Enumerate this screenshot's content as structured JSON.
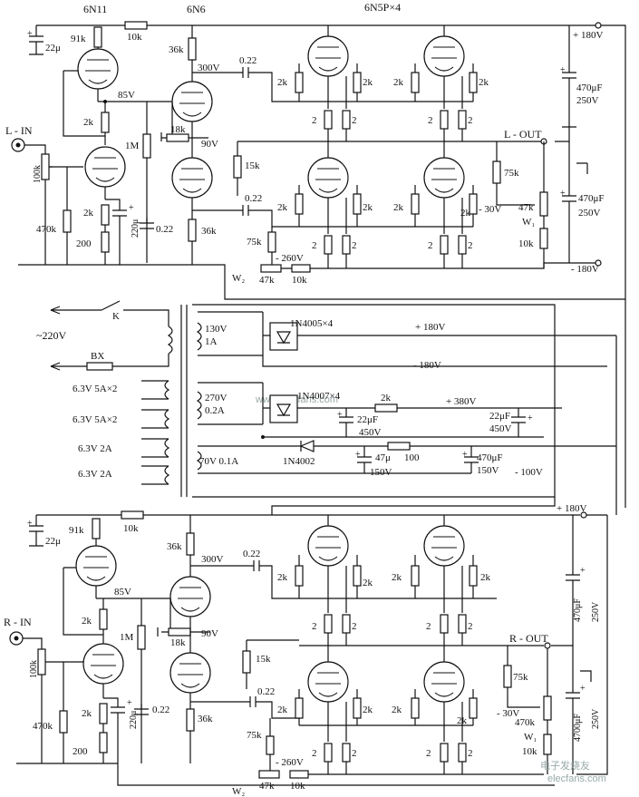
{
  "tubes": {
    "input_tube": "6N11",
    "driver_tube": "6N6",
    "output_tubes": "6N5P×4"
  },
  "rails": {
    "plus_180": "+ 180V",
    "minus_180": "- 180V",
    "plus_380": "+ 380V",
    "minus_100": "- 100V",
    "minus_260": "- 260V",
    "minus_30": "- 30V",
    "node_300": "300V",
    "node_85": "85V",
    "node_90": "90V"
  },
  "io": {
    "left_in": "L - IN",
    "right_in": "R - IN",
    "left_out": "L - OUT",
    "right_out": "R - OUT"
  },
  "components": {
    "r_91k": "91k",
    "r_10k": "10k",
    "r_36k": "36k",
    "r_2k": "2k",
    "r_2": "2",
    "r_1M": "1M",
    "r_18k": "18k",
    "r_100k": "100k",
    "r_470k": "470k",
    "r_200": "200",
    "r_15k": "15k",
    "r_75k": "75k",
    "r_47k": "47k",
    "r_100": "100",
    "c_22u": "22μ",
    "c_220u": "220μ",
    "c_022": "0.22",
    "c_470uF_250V_a": "470μF",
    "c_470uF_250V_b": "250V",
    "c_4700uF": "4700μF",
    "pot_w1": "W₁",
    "pot_w2": "W₂"
  },
  "power": {
    "mains": "~220V",
    "switch": "K",
    "fuse": "BX",
    "heater_5a": "6.3V 5A×2",
    "heater_2a": "6.3V 2A",
    "sec_130": "130V",
    "sec_130_a": "1A",
    "sec_270": "270V",
    "sec_270_a": "0.2A",
    "sec_70": "70V 0.1A",
    "bridge_1": "1N4005×4",
    "bridge_2": "1N4007×4",
    "diode_3": "1N4002",
    "c_22uF": "22μF",
    "c_450V": "450V",
    "c_47u": "47μ",
    "c_150V": "150V",
    "c_470uF": "470μF"
  },
  "watermark": {
    "top": "www.elecfans.com",
    "bottom": "电子发烧友",
    "bottom2": "elecfans.com"
  }
}
